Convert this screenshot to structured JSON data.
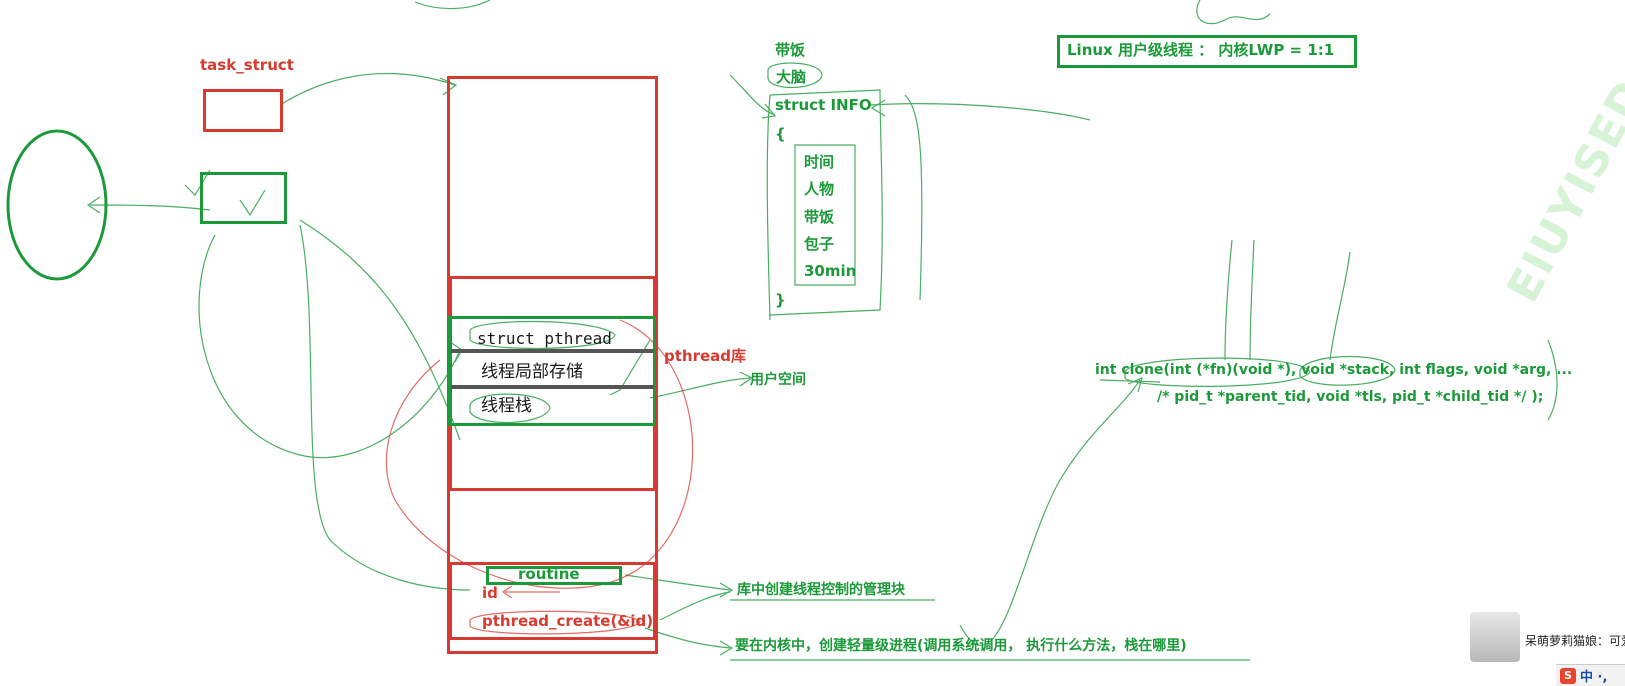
{
  "top_note": "Linux 用户级线程 ： 内核LWP  = 1:1",
  "left": {
    "task_struct_label": "task_struct"
  },
  "struct_info": {
    "title_note": "带饭",
    "bubble": "大脑",
    "header": "struct INFO",
    "open_brace": "{",
    "fields": [
      "时间",
      "人物",
      "带饭",
      "包子",
      "30min"
    ],
    "close_brace": "}"
  },
  "memory": {
    "rows": [
      "struct pthread",
      "线程局部存储",
      "线程栈"
    ],
    "pthread_lib_label": "pthread库",
    "user_space_label": "用户空间",
    "routine_label": "routine",
    "id_label": "id",
    "create_label": "pthread_create(&id)"
  },
  "annotations": {
    "lib_mgmt_block": "库中创建线程控制的管理块",
    "kernel_lwp": "要在内核中，创建轻量级进程(调用系统调用， 执行什么方法，栈在哪里)"
  },
  "clone_signature": {
    "line1": "int clone(int (*fn)(void *), void *stack, int flags, void *arg, ...",
    "line2": "/* pid_t *parent_tid, void *tls, pid_t *child_tid */ );"
  },
  "overlay": {
    "watermark": "EIUYISED",
    "chat_text": "呆萌萝莉猫娘：可爱眼",
    "ime_logo": "S",
    "ime_label": "中 ·,"
  },
  "colors": {
    "red": "#d93a2f",
    "green": "#1c9a3a",
    "ink": "#1a1a1a"
  }
}
